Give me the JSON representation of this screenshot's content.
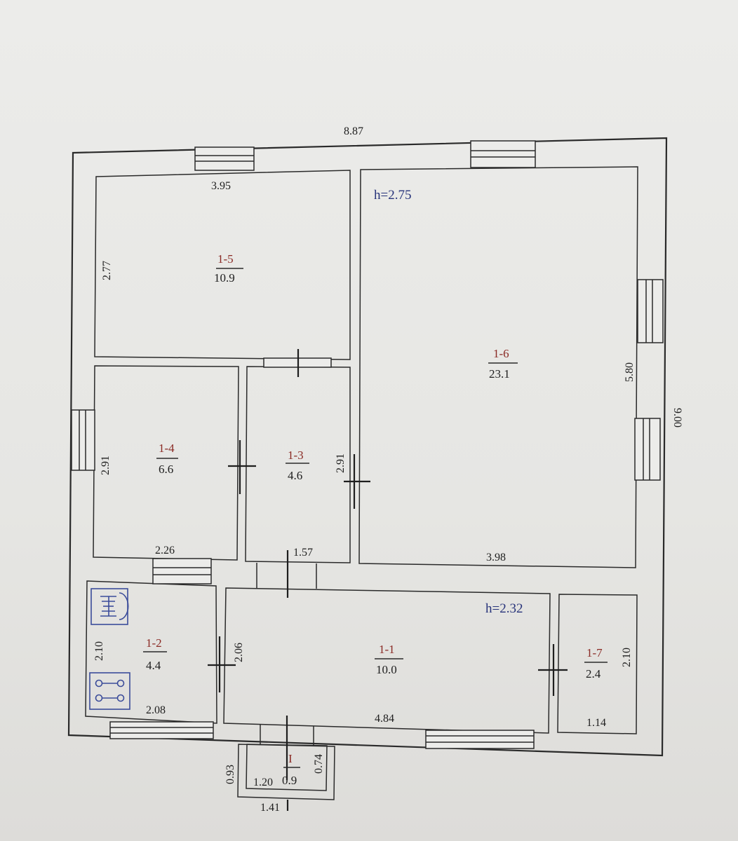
{
  "plan": {
    "outer": {
      "width": "8.87",
      "height": "9.00"
    },
    "heights": {
      "main": "h=2.75",
      "lower": "h=2.32"
    },
    "rooms": [
      {
        "id": "1-5",
        "area": "10.9",
        "dims": [
          "3.95",
          "2.77"
        ]
      },
      {
        "id": "1-6",
        "area": "23.1",
        "dims": [
          "3.98",
          "5.80"
        ]
      },
      {
        "id": "1-4",
        "area": "6.6",
        "dims": [
          "2.26",
          "2.91"
        ]
      },
      {
        "id": "1-3",
        "area": "4.6",
        "dims": [
          "1.57",
          "2.91"
        ]
      },
      {
        "id": "1-2",
        "area": "4.4",
        "dims": [
          "2.08",
          "2.10"
        ]
      },
      {
        "id": "1-1",
        "area": "10.0",
        "dims": [
          "4.84",
          "2.06"
        ]
      },
      {
        "id": "1-7",
        "area": "2.4",
        "dims": [
          "1.14",
          "2.10"
        ]
      },
      {
        "id": "I",
        "area": "0.9",
        "dims": [
          "1.20",
          "0.74",
          "0.93",
          "1.41"
        ]
      }
    ],
    "fixtures": [
      "sink-icon",
      "stove-icon"
    ]
  }
}
